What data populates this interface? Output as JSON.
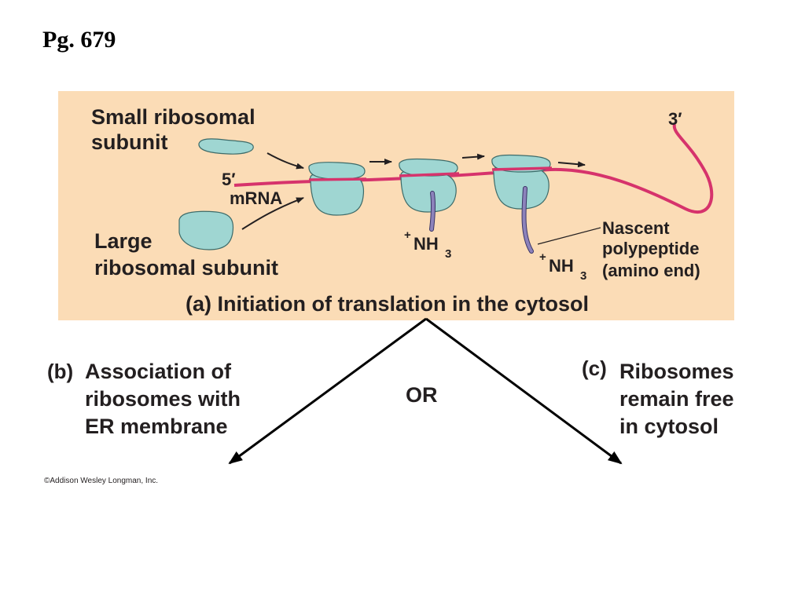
{
  "page": {
    "title": "Pg. 679"
  },
  "diagram": {
    "labels": {
      "small_subunit_line1": "Small ribosomal",
      "small_subunit_line2": "subunit",
      "five_prime": "5′",
      "mrna": "mRNA",
      "three_prime": "3′",
      "large_subunit_line1": "Large",
      "large_subunit_line2": "ribosomal subunit",
      "nh3_plus": "+",
      "nh3_main": "NH",
      "nh3_sub": "3",
      "nascent_line1": "Nascent",
      "nascent_line2": "polypeptide",
      "nascent_line3": "(amino end)",
      "caption_a": "(a) Initiation of translation in the cytosol",
      "caption_b_prefix": "(b)",
      "caption_b_line1": "Association of",
      "caption_b_line2": "ribosomes with",
      "caption_b_line3": "ER membrane",
      "or": "OR",
      "caption_c_prefix": "(c)",
      "caption_c_line1": "Ribosomes",
      "caption_c_line2": "remain free",
      "caption_c_line3": "in cytosol"
    },
    "colors": {
      "panel_bg": "#fbdcb6",
      "ribosome": "#9fd6d2",
      "ribosome_stroke": "#3d6b69",
      "mrna": "#d6336c",
      "polypeptide": "#8c82bb"
    }
  },
  "footer": {
    "copyright": "©Addison Wesley Longman, Inc."
  }
}
